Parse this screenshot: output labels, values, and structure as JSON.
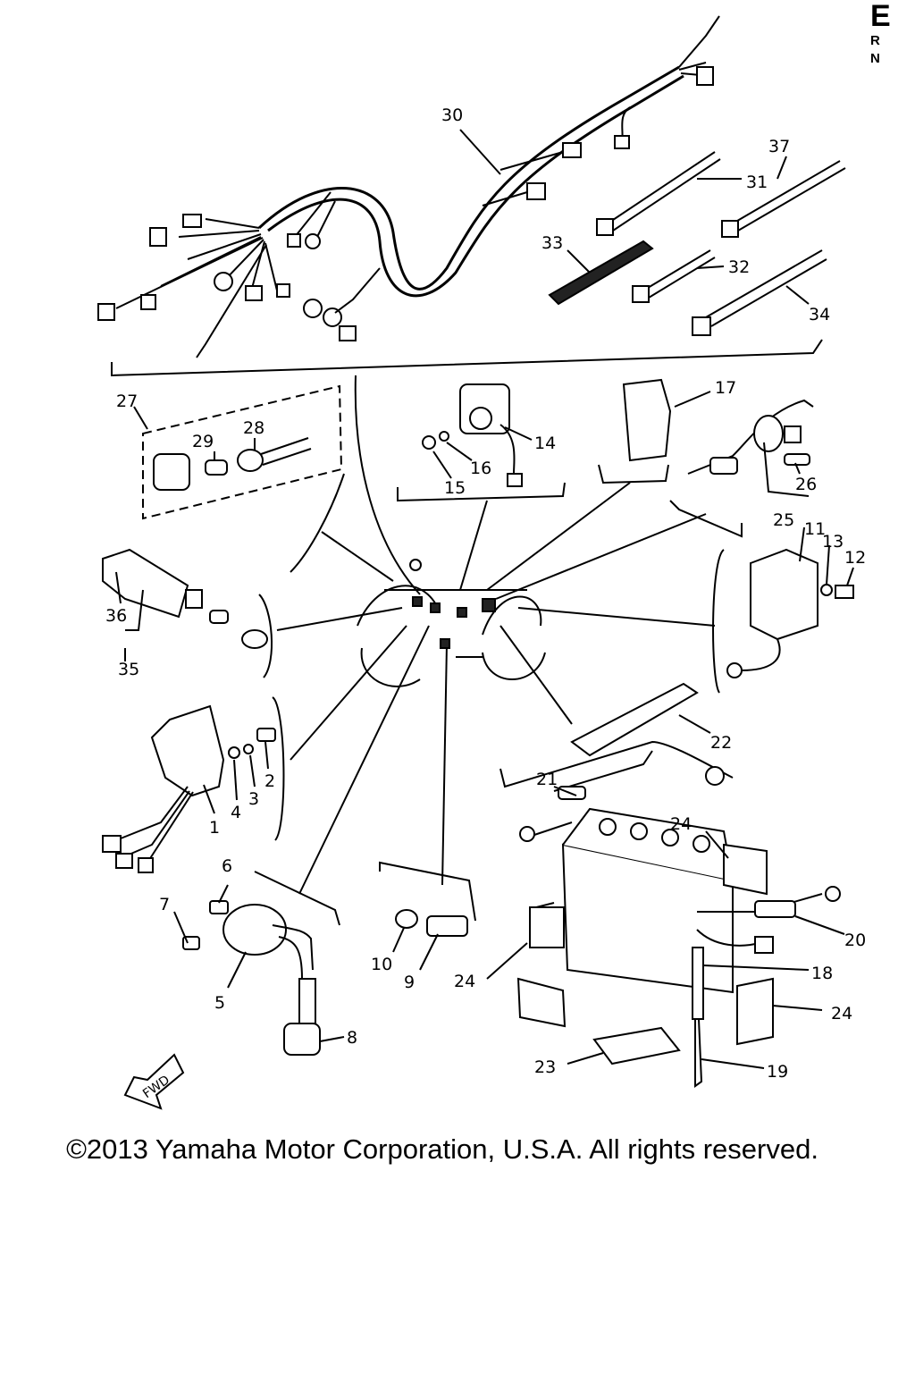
{
  "diagram": {
    "callouts": [
      "30",
      "37",
      "31",
      "33",
      "32",
      "34",
      "27",
      "29",
      "28",
      "14",
      "16",
      "15",
      "17",
      "26",
      "25",
      "11",
      "13",
      "12",
      "36",
      "35",
      "2",
      "3",
      "4",
      "1",
      "22",
      "21",
      "24",
      "6",
      "7",
      "5",
      "8",
      "10",
      "9",
      "20",
      "18",
      "23",
      "19"
    ],
    "fwd_label": "FWD"
  },
  "corner": {
    "letter": "E",
    "line1": "R",
    "line2": "N"
  },
  "footer": {
    "copyright": "©2013 Yamaha Motor Corporation, U.S.A. All rights reserved."
  }
}
